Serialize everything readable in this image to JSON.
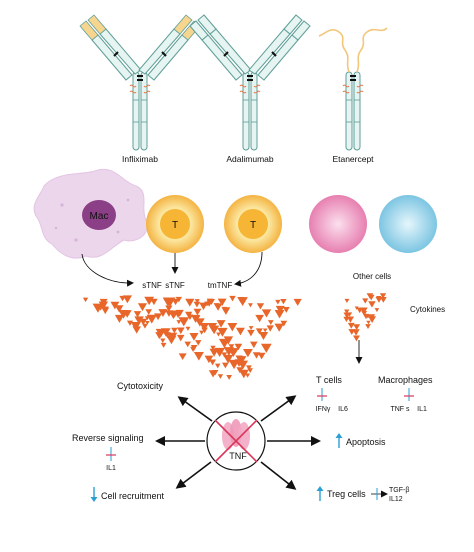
{
  "antibodies": {
    "infliximab": "Infliximab",
    "adalimumab": "Adalimumab",
    "etanercept": "Etanercept"
  },
  "cells": {
    "mac": "Mac",
    "t1": "T",
    "t2": "T",
    "other_cells": "Other cells"
  },
  "tnf_forms": {
    "stnf_mac": "sTNF",
    "stnf_t": "sTNF",
    "tmtnf": "tmTNF"
  },
  "cytokines": "Cytokines",
  "center": {
    "label": "TNF"
  },
  "effects": {
    "cytotoxicity": "Cytotoxicity",
    "reverse_signaling": "Reverse signaling",
    "reverse_il1": "IL1",
    "cell_recruitment": "Cell recruitment",
    "t_cells": "T cells",
    "t_ifng": "IFNγ",
    "t_il6": "IL6",
    "macrophages": "Macrophages",
    "mac_tnfs": "TNF s",
    "mac_il1": "IL1",
    "apoptosis": "Apoptosis",
    "treg_cells": "Treg cells",
    "treg_tgfb": "TGF-β",
    "treg_il12": "IL12"
  },
  "colors": {
    "antibody_fill": "#e6f4f2",
    "antibody_stroke": "#5f9e98",
    "infliximab_tip": "#f6d58f",
    "etanercept_tail": "#f3c77a",
    "hinge": "#e07a4a",
    "mac_cell": "#ecd6ec",
    "mac_nucleus": "#8a3f86",
    "t_outer": "#f8c35a",
    "t_inner": "#fbe7a0",
    "pink_cell": "#e77fb0",
    "blue_cell": "#7cc5e2",
    "cytokine": "#e8662a",
    "arrow": "#111111",
    "up_arrow": "#2a9fd6",
    "inhibit": "#2a9fd6",
    "cross": "#d9375a",
    "tnf_trimer": "#f2a9c4"
  }
}
